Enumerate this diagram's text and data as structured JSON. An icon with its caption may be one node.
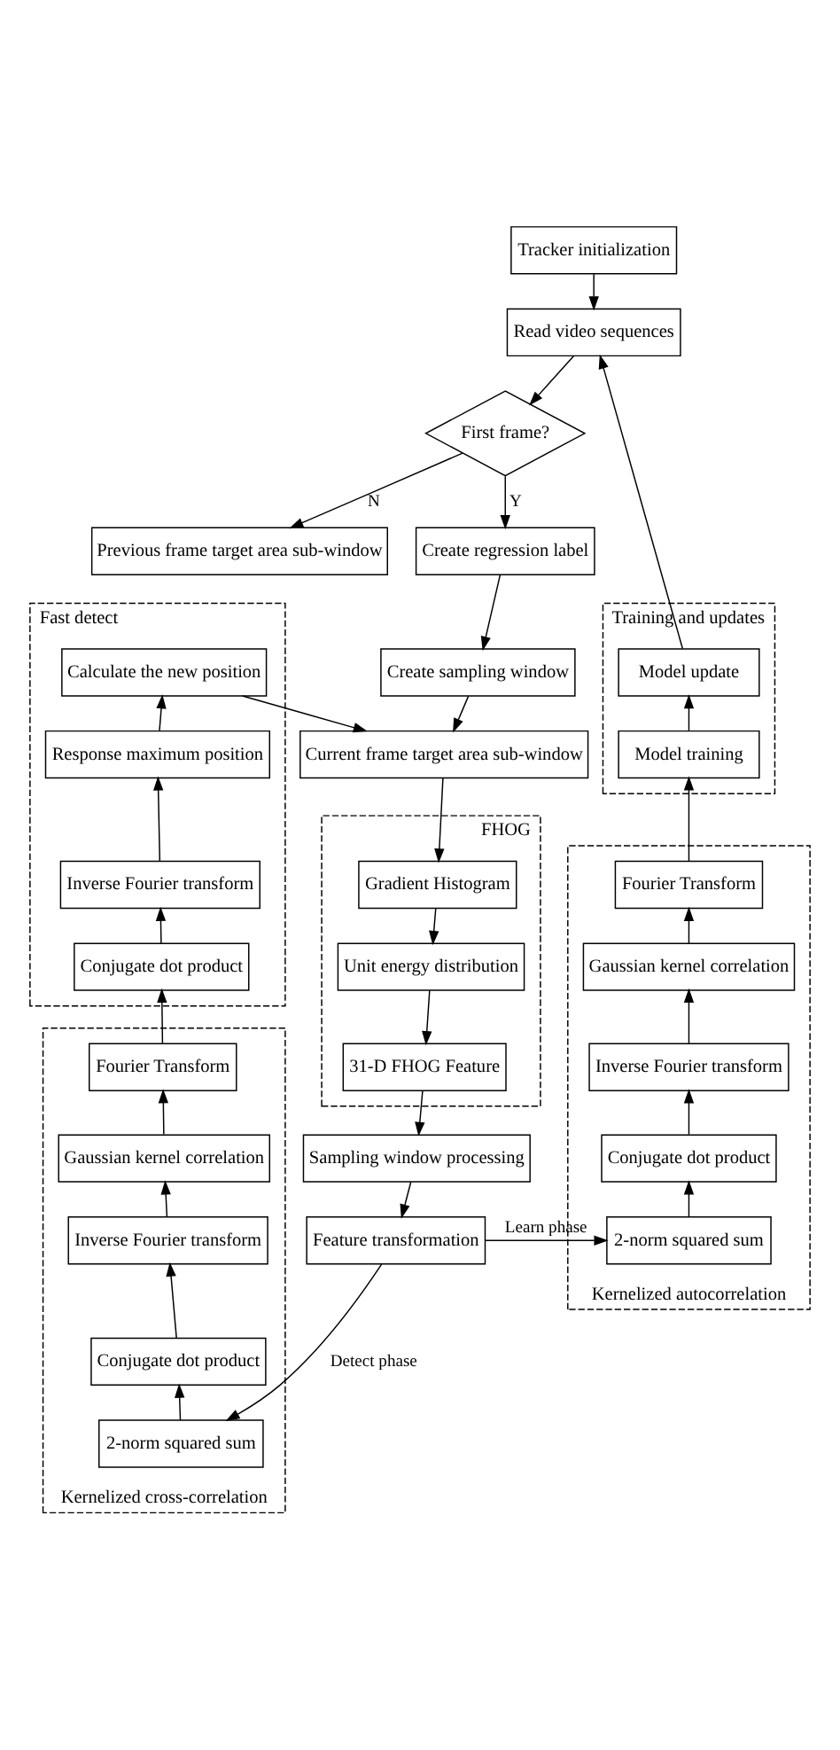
{
  "diagram": {
    "nodes": [
      {
        "text": [
          "Tracker initialization"
        ]
      },
      {
        "text": [
          "Read video sequences"
        ]
      },
      {
        "text": [
          "Fast detect"
        ]
      },
      {
        "text": [
          "Calculate the new position"
        ],
        "in": 2
      },
      {
        "text": [
          "Response maximum position"
        ],
        "in": 2
      },
      {
        "text": [
          "Inverse Fourier transform"
        ],
        "in": 2
      },
      {
        "text": [
          "Conjugate dot product"
        ],
        "in": 2
      },
      {
        "text": [
          "First frame?"
        ]
      },
      {
        "text": [
          "Training and updates"
        ]
      },
      {
        "text": [
          "Model update"
        ],
        "in": 8
      },
      {
        "text": [
          "Model training"
        ],
        "in": 8
      },
      {
        "text": [
          "Create regression label"
        ]
      },
      {
        "text": [
          "Create sampling window"
        ]
      },
      {
        "text": [
          "Current frame target area sub-window"
        ]
      },
      {
        "text": [
          "Previous frame target area sub-window"
        ]
      },
      {
        "text": [
          "Kernelized cross-correlation"
        ]
      },
      {
        "text": [
          "Fourier Transform"
        ],
        "in": 15
      },
      {
        "text": [
          "Gaussian kernel correlation"
        ],
        "in": 15
      },
      {
        "text": [
          "Inverse Fourier transform"
        ],
        "in": 15
      },
      {
        "text": [
          "Conjugate dot product"
        ],
        "in": 15
      },
      {
        "text": [
          "2-norm squared sum"
        ],
        "in": 15
      },
      {
        "text": [
          "FHOG"
        ]
      },
      {
        "text": [
          "Gradient Histogram"
        ],
        "in": 21
      },
      {
        "text": [
          "Unit energy distribution"
        ],
        "in": 21
      },
      {
        "text": [
          "31-D FHOG Feature"
        ],
        "in": 21
      },
      {
        "text": [
          "Kernelized autocorrelation"
        ]
      },
      {
        "text": [
          "Fourier Transform"
        ],
        "in": 25
      },
      {
        "text": [
          "Gaussian kernel correlation"
        ],
        "in": 25
      },
      {
        "text": [
          "Inverse Fourier transform"
        ],
        "in": 25
      },
      {
        "text": [
          "Conjugate dot product"
        ],
        "in": 25
      },
      {
        "text": [
          "2-norm squared sum"
        ],
        "in": 25
      },
      {
        "text": [
          "Sampling window processing"
        ]
      },
      {
        "text": [
          "Feature transformation"
        ]
      }
    ],
    "edges": [
      {
        "from": 0,
        "to": 1,
        "arrow": "to"
      },
      {
        "from": 1,
        "to": 7,
        "arrow": "to"
      },
      {
        "from": 7,
        "to": 11,
        "arrow": "to",
        "label": "Y"
      },
      {
        "from": 7,
        "to": 14,
        "arrow": "to",
        "label": "N"
      },
      {
        "from": 11,
        "to": 12,
        "arrow": "to"
      },
      {
        "from": 12,
        "to": 13,
        "arrow": "to"
      },
      {
        "from": 3,
        "to": 13,
        "arrow": "to"
      },
      {
        "from": 13,
        "to": 22,
        "arrow": "to"
      },
      {
        "from": 22,
        "to": 23,
        "arrow": "to"
      },
      {
        "from": 23,
        "to": 24,
        "arrow": "to"
      },
      {
        "from": 24,
        "to": 31,
        "arrow": "to"
      },
      {
        "from": 31,
        "to": 32,
        "arrow": "to"
      },
      {
        "from": 32,
        "to": 20,
        "arrow": "to",
        "label": "Detect phase"
      },
      {
        "from": 32,
        "to": 30,
        "arrow": "to",
        "label": "Learn phase"
      },
      {
        "from": 20,
        "to": 19,
        "arrow": "to"
      },
      {
        "from": 19,
        "to": 18,
        "arrow": "to"
      },
      {
        "from": 18,
        "to": 17,
        "arrow": "to"
      },
      {
        "from": 17,
        "to": 16,
        "arrow": "to"
      },
      {
        "from": 16,
        "to": 6,
        "arrow": "to"
      },
      {
        "from": 6,
        "to": 5,
        "arrow": "to"
      },
      {
        "from": 5,
        "to": 4,
        "arrow": "to"
      },
      {
        "from": 4,
        "to": 3,
        "arrow": "to"
      },
      {
        "from": 30,
        "to": 29,
        "arrow": "to"
      },
      {
        "from": 29,
        "to": 28,
        "arrow": "to"
      },
      {
        "from": 28,
        "to": 27,
        "arrow": "to"
      },
      {
        "from": 27,
        "to": 26,
        "arrow": "to"
      },
      {
        "from": 26,
        "to": 10,
        "arrow": "to"
      },
      {
        "from": 10,
        "to": 9,
        "arrow": "to"
      },
      {
        "from": 9,
        "to": 1,
        "arrow": "to"
      }
    ]
  }
}
